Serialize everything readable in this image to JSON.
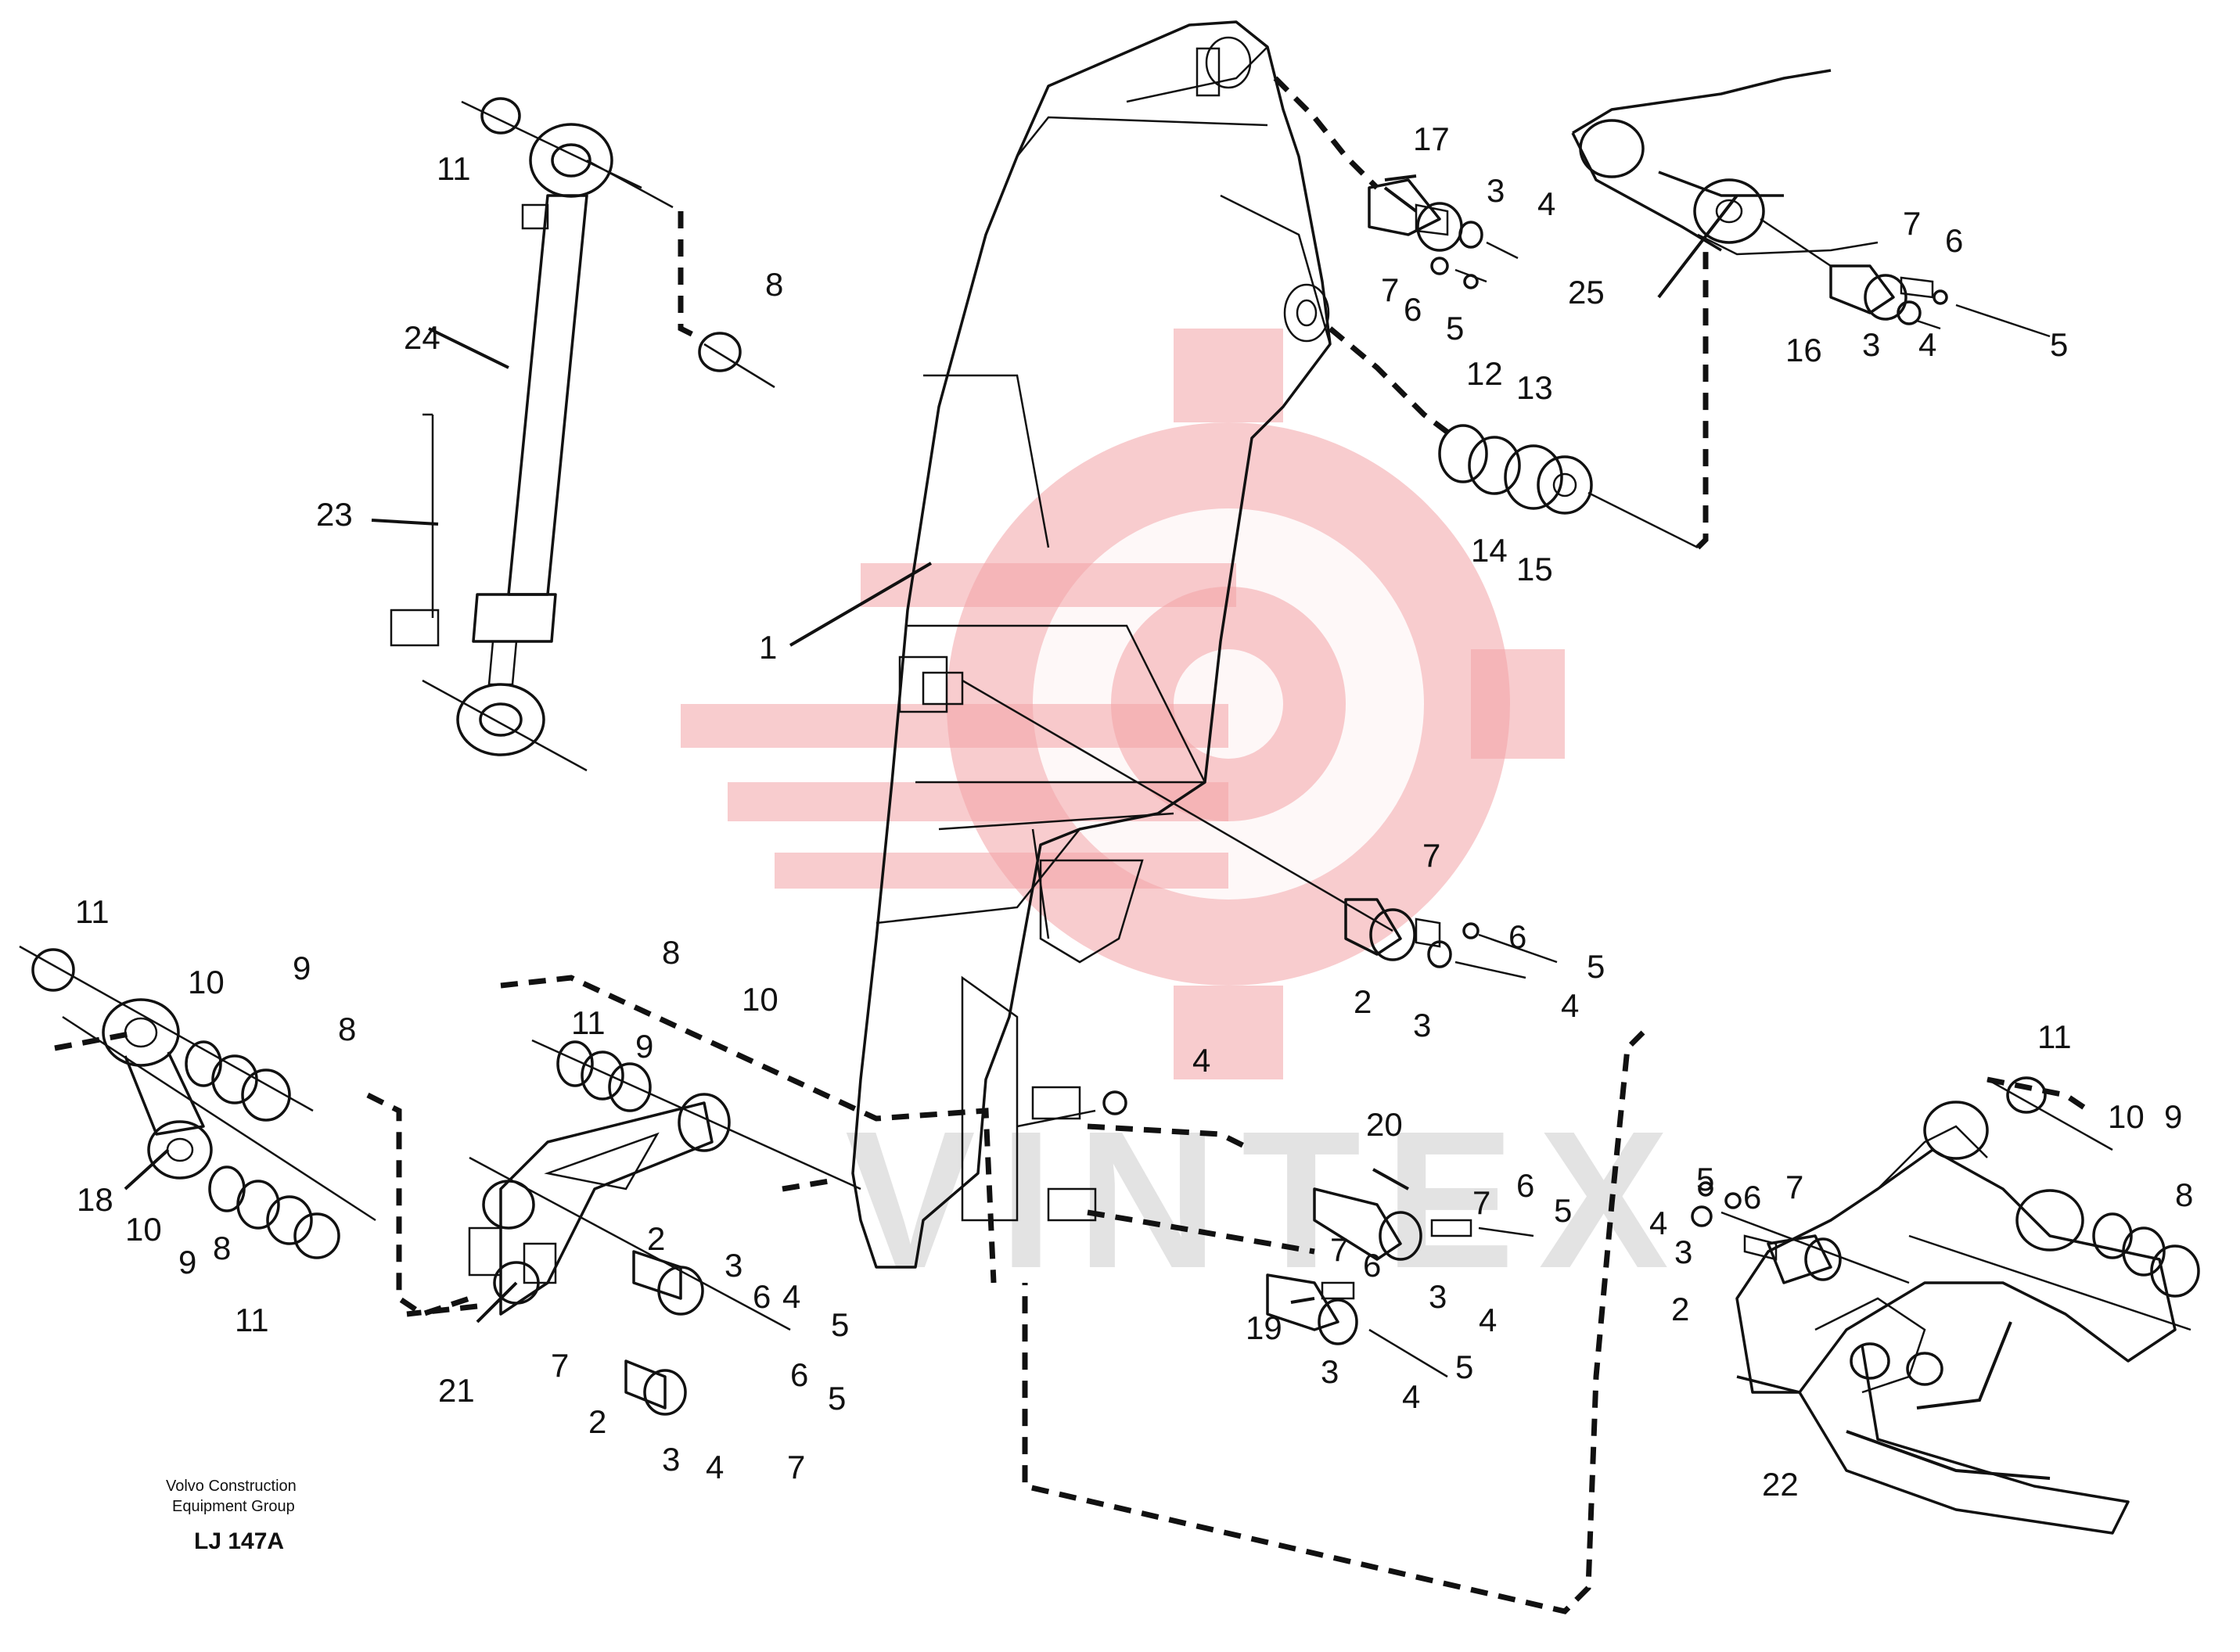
{
  "drawing": {
    "company_line1": "Volvo Construction",
    "company_line2": "Equipment Group",
    "drawing_code": "LJ 147A",
    "watermark_text": "VINTEX"
  },
  "callouts": {
    "1": "1",
    "2": "2",
    "3": "3",
    "4": "4",
    "5": "5",
    "6": "6",
    "7": "7",
    "8": "8",
    "9": "9",
    "10": "10",
    "11": "11",
    "12": "12",
    "13": "13",
    "14": "14",
    "15": "15",
    "16": "16",
    "17": "17",
    "18": "18",
    "19": "19",
    "20": "20",
    "21": "21",
    "22": "22",
    "23": "23",
    "24": "24",
    "25": "25"
  },
  "colors": {
    "line": "#111111",
    "watermark_logo": "#f2a3a6",
    "watermark_text": "#d8d8d8"
  }
}
